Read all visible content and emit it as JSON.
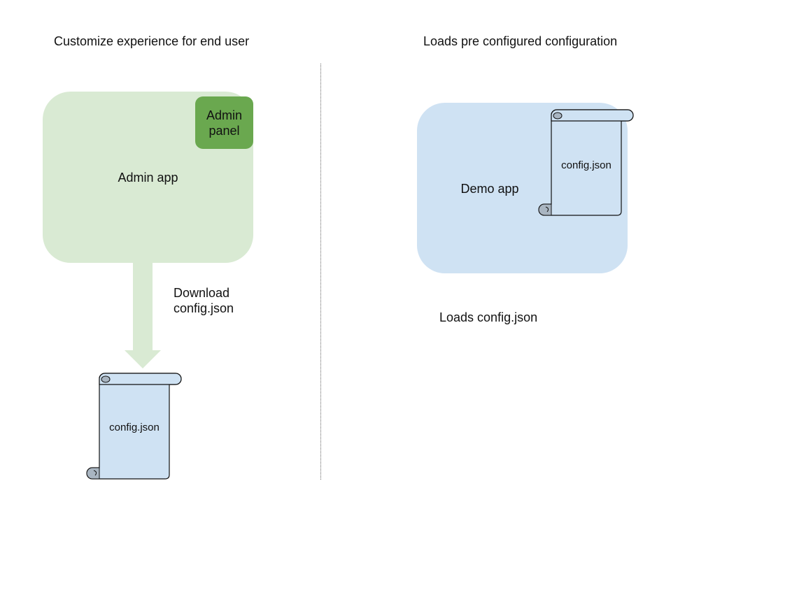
{
  "left_section": {
    "heading": "Customize experience for end user",
    "admin_app_label": "Admin app",
    "admin_panel_label": "Admin panel",
    "arrow_label": "Download config.json",
    "scroll_label": "config.json"
  },
  "right_section": {
    "heading": "Loads pre configured configuration",
    "demo_app_label": "Demo app",
    "scroll_label": "config.json",
    "caption": "Loads config.json"
  },
  "colors": {
    "admin_app_fill": "#d9ead3",
    "admin_panel_fill": "#6aa84f",
    "demo_app_fill": "#cfe2f3",
    "scroll_fill": "#cfe2f3",
    "scroll_curl_fill": "#a9b5c1"
  }
}
